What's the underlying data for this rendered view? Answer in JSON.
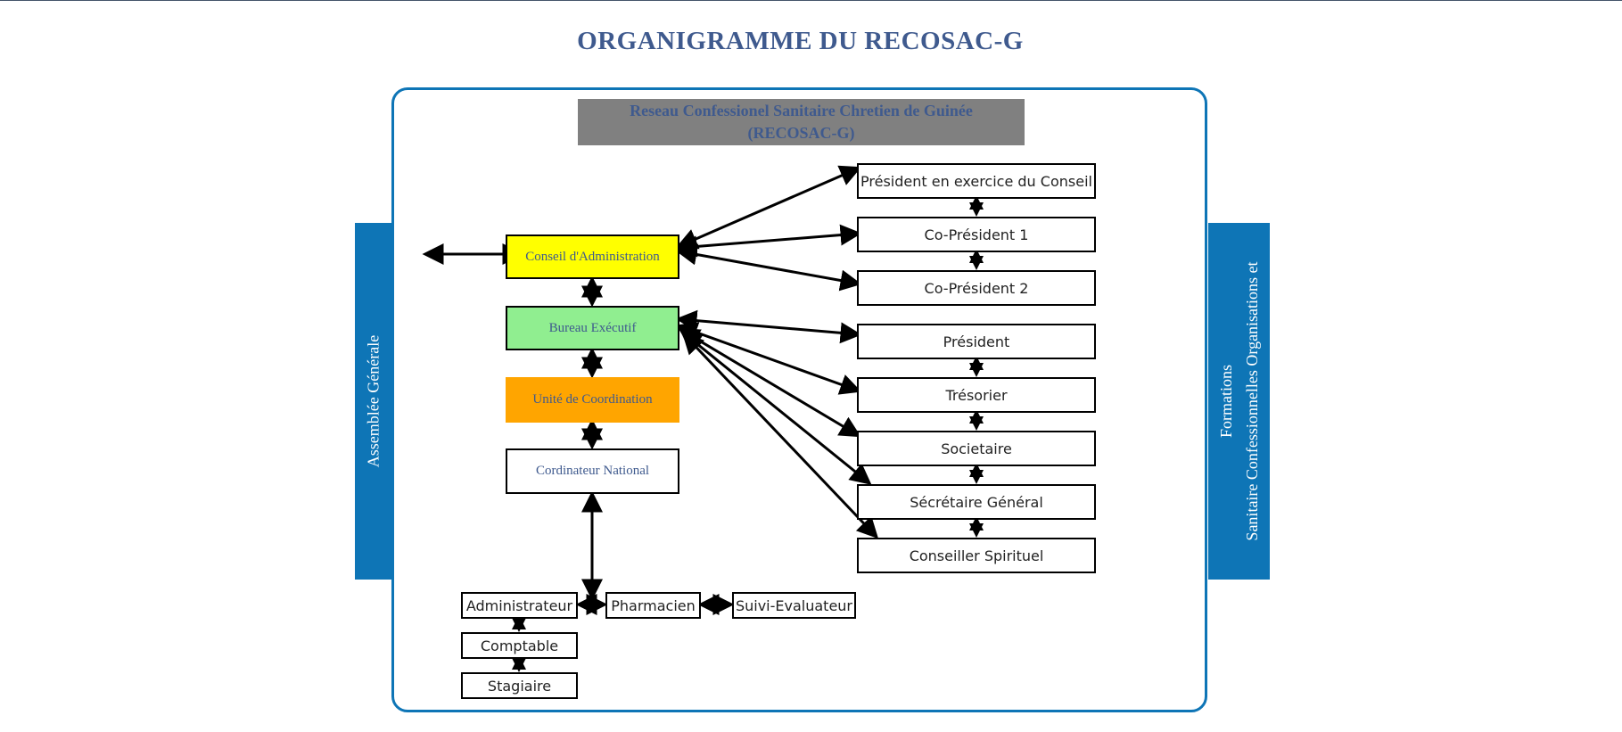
{
  "page_title": "ORGANIGRAMME DU RECOSAC-G",
  "header": {
    "line1": "Reseau Confessionel Sanitaire Chretien de Guinée",
    "line2": "(RECOSAC-G)"
  },
  "left_band": {
    "label": "Assemblée Générale"
  },
  "right_band": {
    "line1": "Formations",
    "line2": "Sanitaire Confessionnelles Organisations et"
  },
  "left_column": {
    "conseil": "Conseil d'Administration",
    "bureau": "Bureau Exécutif",
    "unite": "Unité de Coordination",
    "cordinateur": "Cordinateur National"
  },
  "right_column": {
    "president_exercice": "Président en exercice du Conseil",
    "co_president_1": "Co-Président 1",
    "co_president_2": "Co-Président 2",
    "president": "Président",
    "tresorier": "Trésorier",
    "societaire": "Societaire",
    "secretaire": "Sécrétaire Général",
    "conseiller": "Conseiller Spirituel"
  },
  "bottom": {
    "administrateur": "Administrateur",
    "pharmacien": "Pharmacien",
    "suivi": "Suivi-Evaluateur",
    "comptable": "Comptable",
    "stagiaire": "Stagiaire"
  },
  "colors": {
    "title": "#3f5a8e",
    "frame": "#0e75b6",
    "band": "#0e75b6",
    "header_bg": "#808080",
    "conseil_fill": "#ffff00",
    "bureau_fill": "#90ee90",
    "unite_fill": "#ffa500"
  }
}
